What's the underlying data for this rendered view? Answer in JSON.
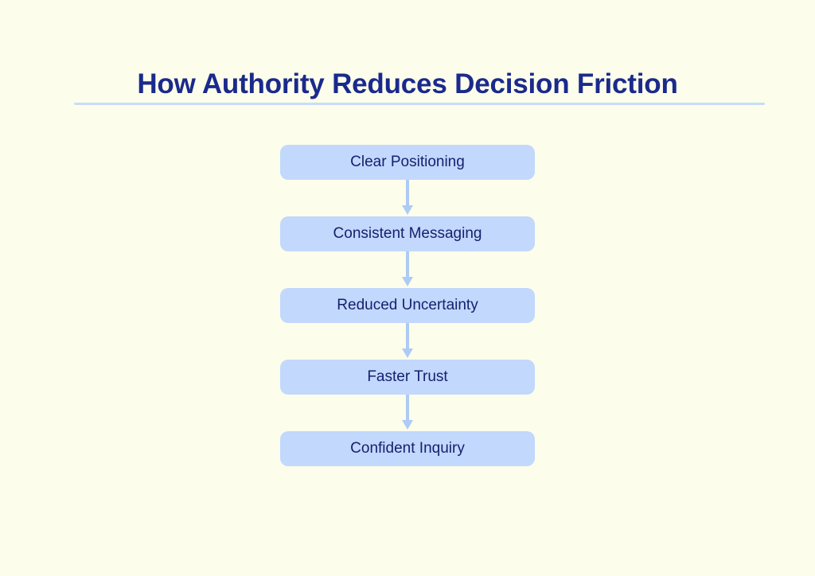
{
  "page": {
    "background_color": "#FDFDEB",
    "title": "How Authority Reduces Decision Friction",
    "title_color": "#1A2A8C",
    "rule_color": "#C7DDF8"
  },
  "diagram": {
    "type": "flowchart",
    "orientation": "vertical",
    "node_fill": "#C2D8FD",
    "node_text_color": "#18206F",
    "arrow_color": "#AECBF5",
    "nodes": [
      {
        "id": "clear-positioning",
        "label": "Clear Positioning"
      },
      {
        "id": "consistent-messaging",
        "label": "Consistent Messaging"
      },
      {
        "id": "reduced-uncertainty",
        "label": "Reduced Uncertainty"
      },
      {
        "id": "faster-trust",
        "label": "Faster Trust"
      },
      {
        "id": "confident-inquiry",
        "label": "Confident Inquiry"
      }
    ],
    "connectors": [
      {
        "from": "clear-positioning",
        "to": "consistent-messaging",
        "icon": "arrow-down-icon"
      },
      {
        "from": "consistent-messaging",
        "to": "reduced-uncertainty",
        "icon": "arrow-down-icon"
      },
      {
        "from": "reduced-uncertainty",
        "to": "faster-trust",
        "icon": "arrow-down-icon"
      },
      {
        "from": "faster-trust",
        "to": "confident-inquiry",
        "icon": "arrow-down-icon"
      }
    ]
  }
}
